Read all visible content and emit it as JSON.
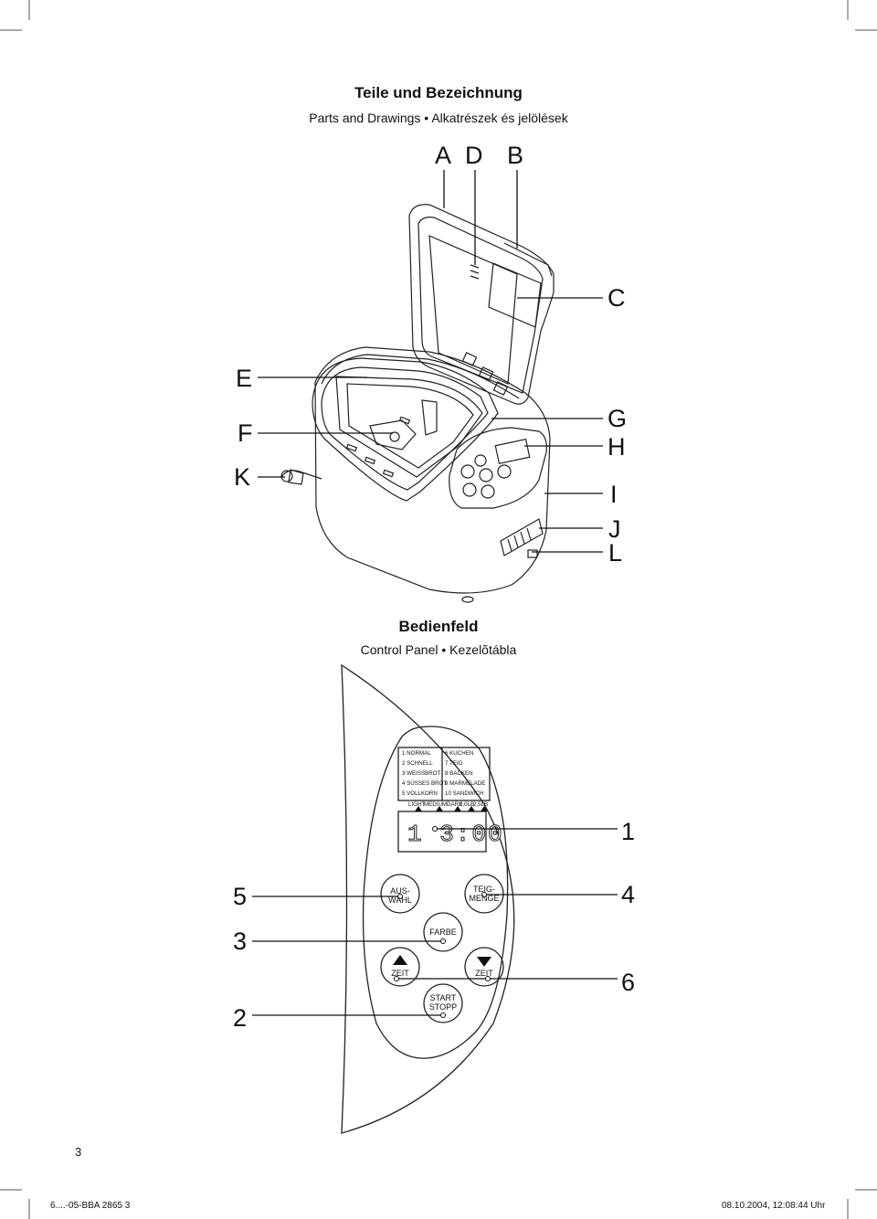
{
  "header": {
    "title": "Teile und Bezeichnung",
    "subtitle": "Parts and Drawings • Alkatrészek és jelölések"
  },
  "parts_labels": {
    "A": "A",
    "D": "D",
    "B": "B",
    "C": "C",
    "E": "E",
    "F": "F",
    "K": "K",
    "G": "G",
    "H": "H",
    "I": "I",
    "J": "J",
    "L": "L"
  },
  "panel_header": {
    "title": "Bedienfeld",
    "subtitle": "Control Panel • Kezelõtábla"
  },
  "program_table": {
    "rows": [
      [
        "1 NORMAL",
        "6 KUCHEN"
      ],
      [
        "2 SCHNELL",
        "7 TEIG"
      ],
      [
        "3 WEISSBROT",
        "8 BACKEN"
      ],
      [
        "4 SÜSSES BROT",
        "9 MARMELADE"
      ],
      [
        "5 VOLLKORN",
        "10 SANDWICH"
      ]
    ],
    "crust_labels": [
      "LIGHT",
      "MEDIUM",
      "DARK",
      "2,0LB",
      "2,5LB"
    ]
  },
  "display": {
    "value": "13:00"
  },
  "buttons": {
    "auswahl": [
      "AUS-",
      "WAHL"
    ],
    "teigmenge": [
      "TEIG-",
      "MENGE"
    ],
    "farbe": "FARBE",
    "zeit_up": "ZEIT",
    "zeit_down": "ZEIT",
    "start": [
      "START",
      "STOPP"
    ]
  },
  "callout_numbers": {
    "n1": "1",
    "n2": "2",
    "n3": "3",
    "n4": "4",
    "n5": "5",
    "n6": "6"
  },
  "page": {
    "number": "3",
    "footer_left": "6....-05-BBA 2865   3",
    "footer_right": "08.10.2004, 12:08:44 Uhr"
  }
}
